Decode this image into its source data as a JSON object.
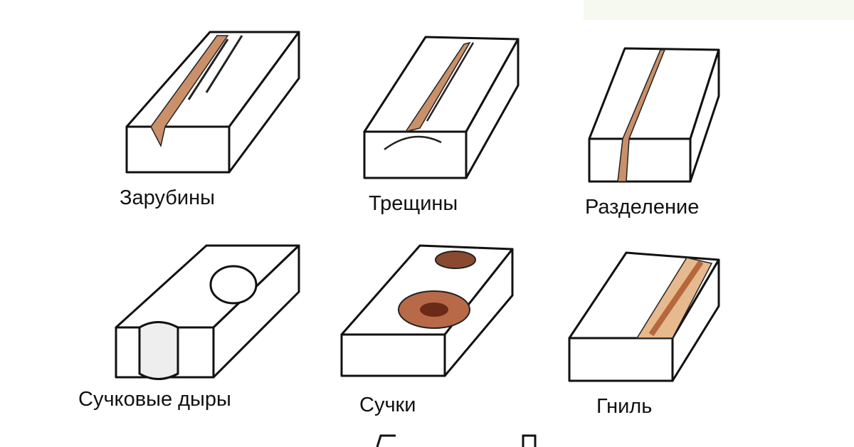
{
  "title": "Wood defects",
  "defects": [
    {
      "label": "Зарубины"
    },
    {
      "label": "Трещины"
    },
    {
      "label": "Разделение"
    },
    {
      "label": "Сучковые дыры"
    },
    {
      "label": "Сучки"
    },
    {
      "label": "Гниль"
    }
  ],
  "colors": {
    "wood_defect": "#c9906a",
    "rot": "#d9a27a",
    "knot": "#7a3b24"
  }
}
